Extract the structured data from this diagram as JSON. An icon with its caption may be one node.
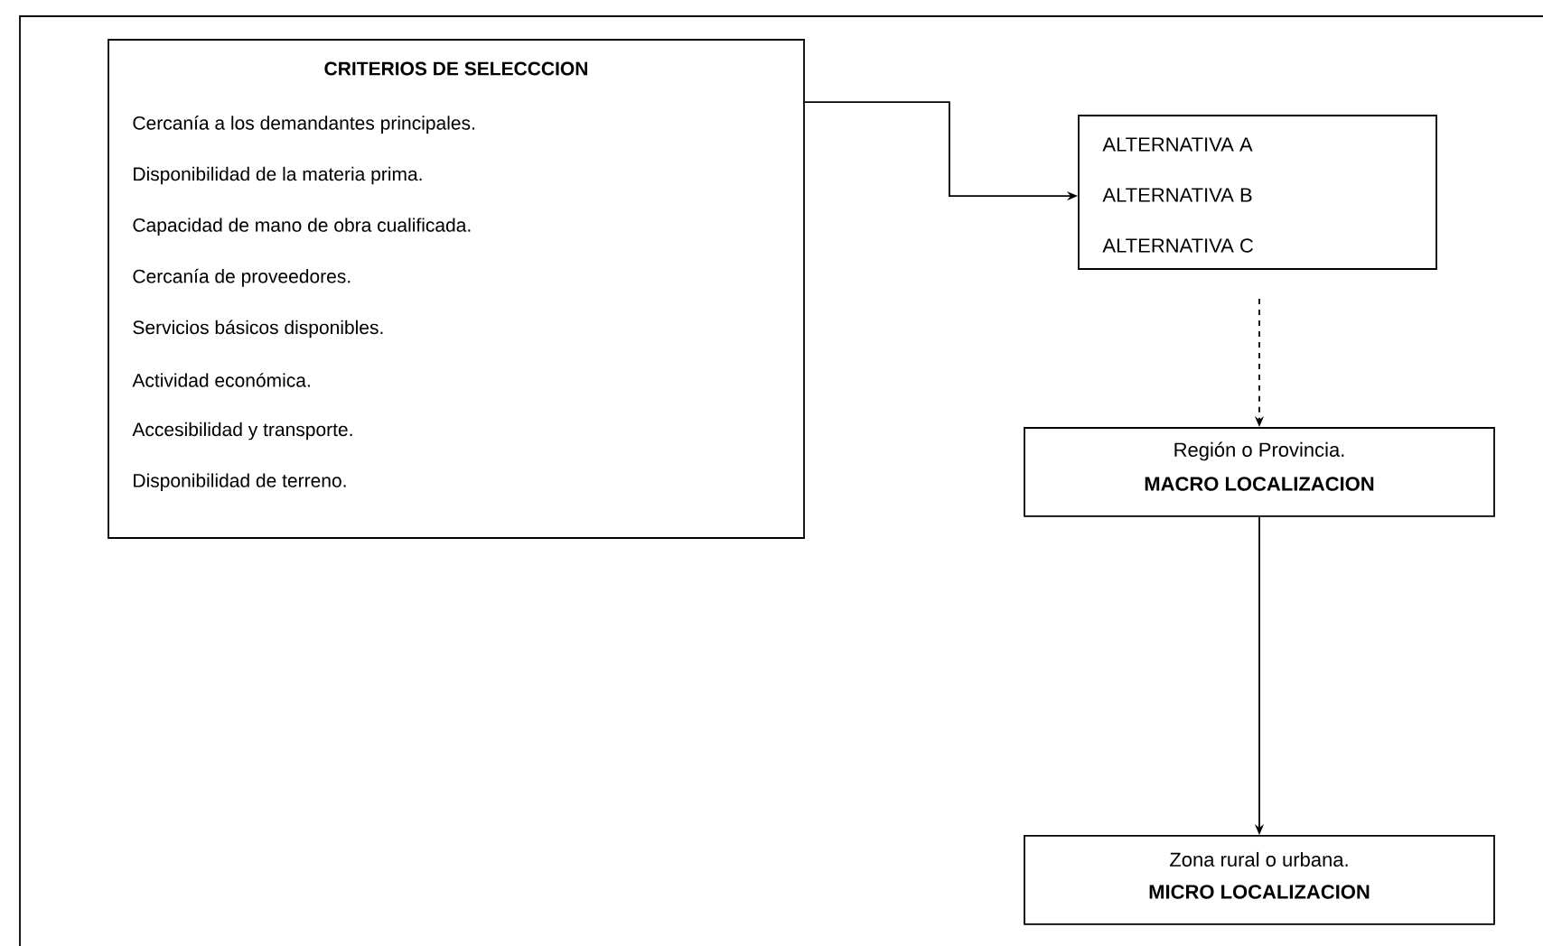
{
  "diagram": {
    "nodes": [
      {
        "text": [
          "CRITERIOS DE SELECCCION",
          "Cercanía a los demandantes principales.",
          "Disponibilidad de la materia prima.",
          "Capacidad de mano de obra cualificada.",
          "Cercanía de proveedores.",
          "Servicios básicos disponibles.",
          "Actividad económica.",
          "Accesibilidad y transporte.",
          "Disponibilidad de terreno."
        ]
      },
      {
        "text": [
          "ALTERNATIVA A",
          "ALTERNATIVA B",
          "ALTERNATIVA C"
        ]
      },
      {
        "text": [
          "Región o Provincia.",
          "MACRO LOCALIZACION"
        ]
      },
      {
        "text": [
          "Zona rural o urbana.",
          "MICRO LOCALIZACION"
        ]
      }
    ],
    "edges": [
      {
        "from": 0,
        "to": 1,
        "arrow": "to"
      },
      {
        "from": 1,
        "to": 2,
        "arrow": "to",
        "style": "dashed"
      },
      {
        "from": 2,
        "to": 3,
        "arrow": "to"
      }
    ]
  }
}
